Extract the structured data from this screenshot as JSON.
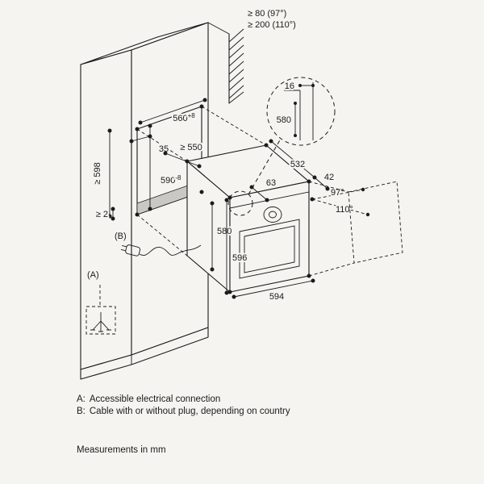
{
  "wall_clearances": {
    "line1": "≥ 80 (97°)",
    "line2": "≥ 200 (110°)"
  },
  "cabinet": {
    "niche_width": {
      "main": "560",
      "sup": "+8"
    },
    "setback": "35",
    "niche_depth": "≥ 550",
    "cabinet_height": "≥ 598",
    "niche_height": {
      "main": "590",
      "sup": "-8"
    },
    "bottom_gap": "≥ 2"
  },
  "oven": {
    "front_height": "580",
    "height": "596",
    "width": "594",
    "depth": "532",
    "door_thickness": "42",
    "hinge_offset": "63",
    "angle_small": "97°",
    "angle_large": "110°"
  },
  "detail": {
    "overlap": "16",
    "door_height": "580"
  },
  "callouts": {
    "a": "(A)",
    "b": "(B)"
  },
  "notes": {
    "a_label": "A:",
    "a_text": "Accessible electrical connection",
    "b_label": "B:",
    "b_text": "Cable with or without plug, depending on country"
  },
  "footer": "Measurements in mm"
}
